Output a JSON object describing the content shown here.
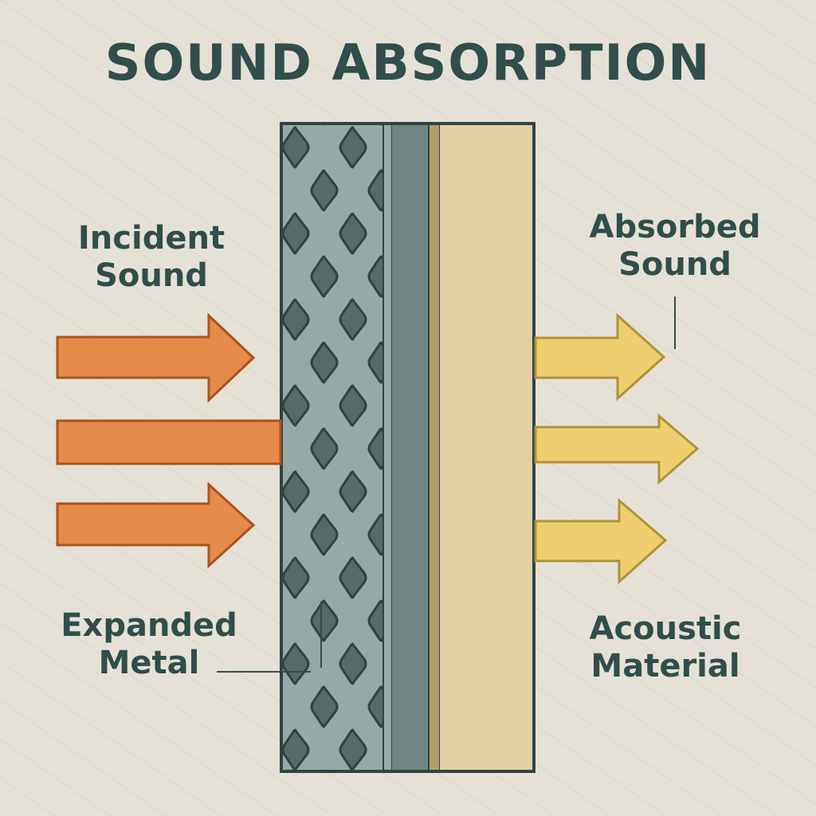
{
  "title": "SOUND ABSORPTION",
  "labels": {
    "incident": [
      "Incident",
      "Sound"
    ],
    "absorbed": [
      "Absorbed",
      "Sound"
    ],
    "expanded_metal": [
      "Expanded",
      "Metal"
    ],
    "acoustic_material": [
      "Acoustic",
      "Material"
    ]
  },
  "colors": {
    "background": "#e6e1d6",
    "text": "#2f4e4c",
    "incident_arrow": "#e68a4a",
    "absorbed_arrow": "#ecce6e",
    "mesh_dark": "#566a68",
    "mesh_light": "#94a9a8",
    "panel_gray": "#718584",
    "acoustic": "#e2cfa5"
  }
}
